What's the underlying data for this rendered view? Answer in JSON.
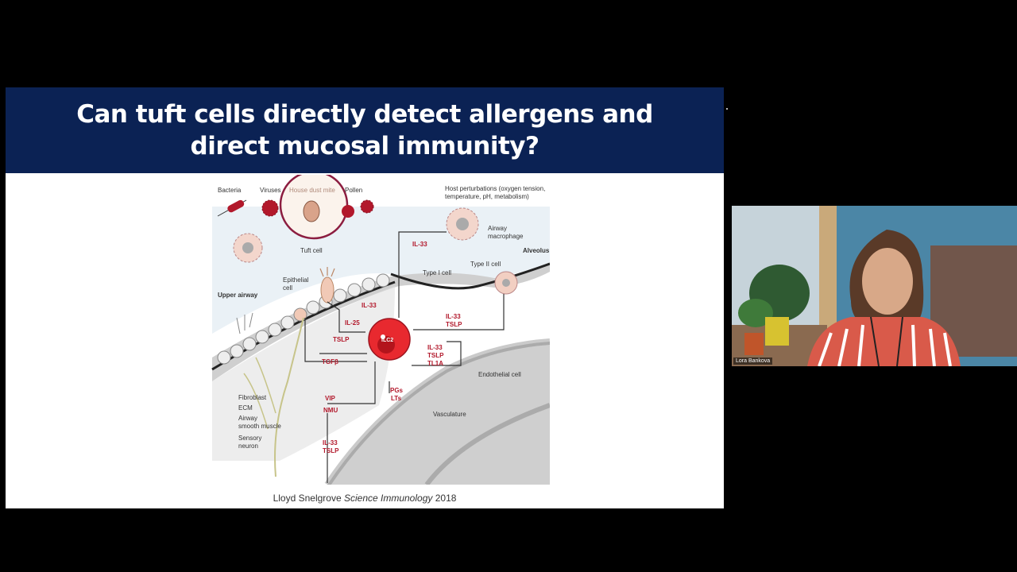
{
  "slide": {
    "title_line1": "Can tuft cells directly detect allergens and",
    "title_line2": "direct mucosal immunity?",
    "caption_authors": "Lloyd Snelgrove",
    "caption_journal": "Science Immunology",
    "caption_year": "2018"
  },
  "figure": {
    "labels": {
      "bacteria": "Bacteria",
      "viruses": "Viruses",
      "house_dust_mite": "House dust mite",
      "pollen": "Pollen",
      "host_perturbations_1": "Host perturbations (oxygen tension,",
      "host_perturbations_2": "temperature, pH, metabolism)",
      "airway_macrophage_1": "Airway",
      "airway_macrophage_2": "macrophage",
      "alveolus": "Alveolus",
      "tuft_cell": "Tuft cell",
      "type1_cell": "Type I cell",
      "type2_cell": "Type II cell",
      "epithelial_1": "Epithelial",
      "epithelial_2": "cell",
      "upper_airway": "Upper airway",
      "ilc2": "ILC2",
      "endothelial_cell": "Endothelial cell",
      "vasculature": "Vasculature",
      "fibroblast": "Fibroblast",
      "ecm": "ECM",
      "smooth_muscle_1": "Airway",
      "smooth_muscle_2": "smooth muscle",
      "sensory_neuron_1": "Sensory",
      "sensory_neuron_2": "neuron"
    },
    "signals": {
      "il33_macrophage": "IL-33",
      "il33_tuft": "IL-33",
      "il25": "IL-25",
      "tslp": "TSLP",
      "tgfb": "TGFβ",
      "il33_type2_a": "IL-33",
      "il33_type2_b": "TSLP",
      "endo_a": "IL-33",
      "endo_b": "TSLP",
      "endo_c": "TL1A",
      "pgs": "PGs",
      "lts": "LTs",
      "vip": "VIP",
      "nmu": "NMU",
      "neuron_a": "IL-33",
      "neuron_b": "TSLP"
    }
  },
  "participant": {
    "name": "Lora Bankova"
  },
  "colors": {
    "header_bg": "#0b2254",
    "signal_red": "#b2182b",
    "hdm_ring": "#8c1d40"
  }
}
